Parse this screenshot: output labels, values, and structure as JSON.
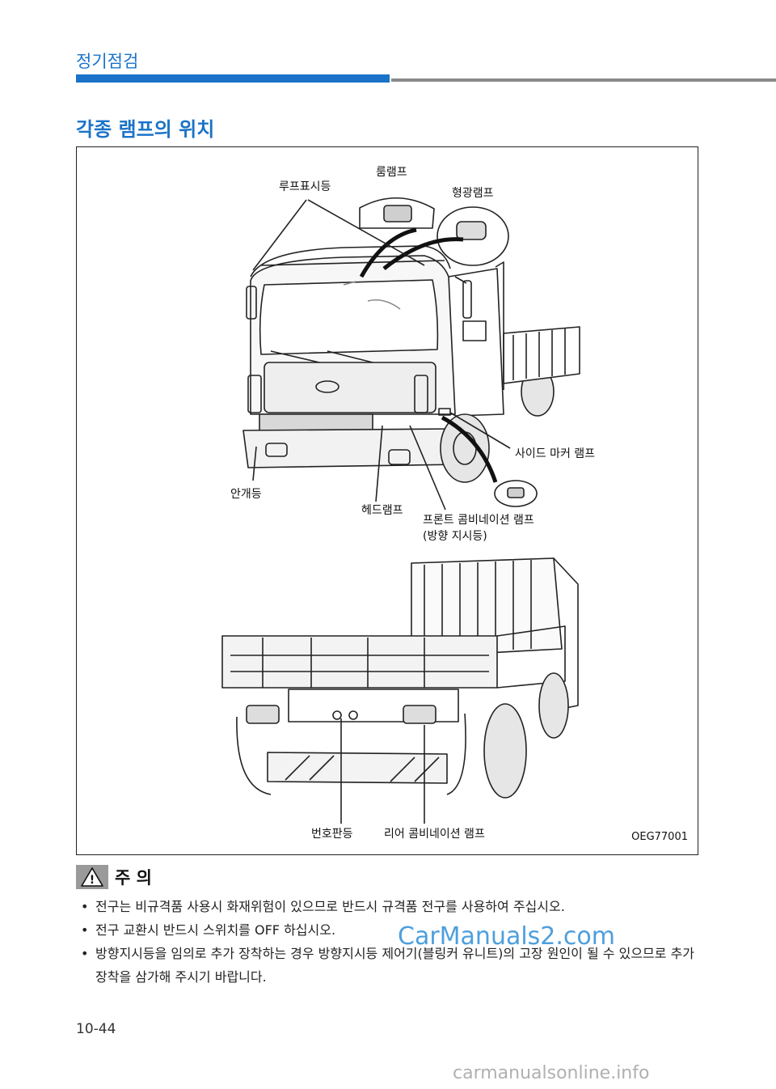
{
  "header": {
    "section": "정기점검"
  },
  "page_title": "각종 램프의 위치",
  "figure": {
    "labels": {
      "roof_marker": "루프표시등",
      "room_lamp": "룸램프",
      "fluorescent": "형광램프",
      "side_marker": "사이드 마커 램프",
      "fog": "안개등",
      "headlamp": "헤드램프",
      "front_combo": "프론트 콤비네이션 램프",
      "front_combo_sub": "(방향 지시등)",
      "license": "번호판등",
      "rear_combo": "리어 콤비네이션 램프"
    },
    "code": "OEG77001"
  },
  "caution": {
    "icon_glyph": "!",
    "title": "주 의",
    "items": [
      "전구는 비규격품 사용시 화재위험이 있으므로 반드시 규격품 전구를 사용하여 주십시오.",
      "전구 교환시 반드시 스위치를 OFF 하십시오.",
      "방향지시등을 임의로 추가 장착하는 경우 방향지시등 제어기(블링커 유니트)의 고장 원인이 될 수 있으므로 추가 장착을 삼가해 주시기 바랍니다."
    ]
  },
  "watermark": "CarManuals2.com",
  "page_number": "10-44",
  "footer_site": "carmanualsonline.info"
}
